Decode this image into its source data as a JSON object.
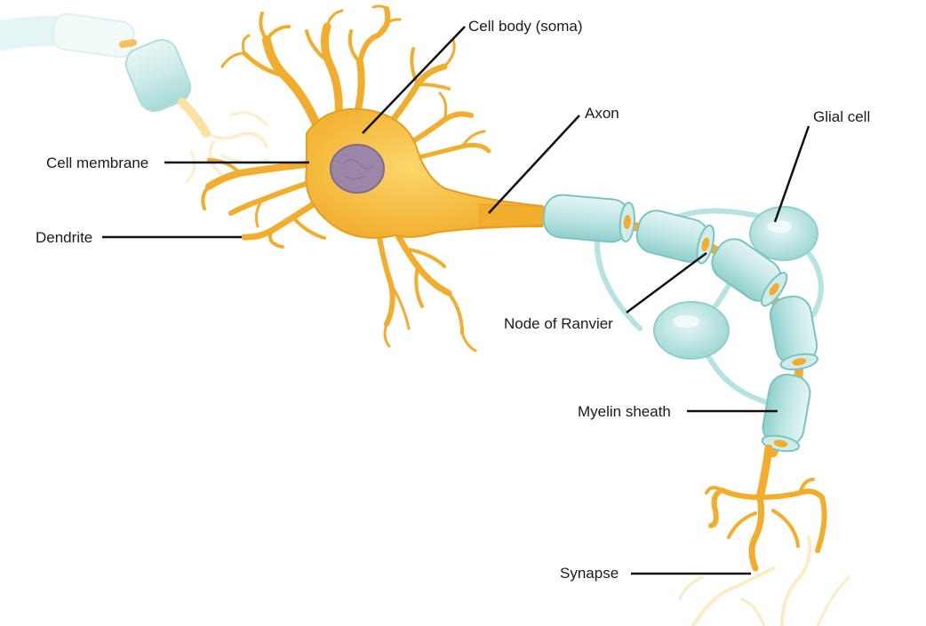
{
  "labels": {
    "cell_body": "Cell body (soma)",
    "axon": "Axon",
    "glial_cell": "Glial cell",
    "cell_membrane": "Cell membrane",
    "dendrite": "Dendrite",
    "node_of_ranvier": "Node of Ranvier",
    "myelin_sheath": "Myelin sheath",
    "synapse": "Synapse"
  },
  "colors": {
    "neuron_fill": "#f5b73a",
    "neuron_highlight": "#fbd66b",
    "neuron_outline": "#d99a1f",
    "nucleus": "#9c86a8",
    "myelin_fill": "#bfe6e4",
    "myelin_outline": "#7cc3c0",
    "leader_line": "#111111"
  }
}
